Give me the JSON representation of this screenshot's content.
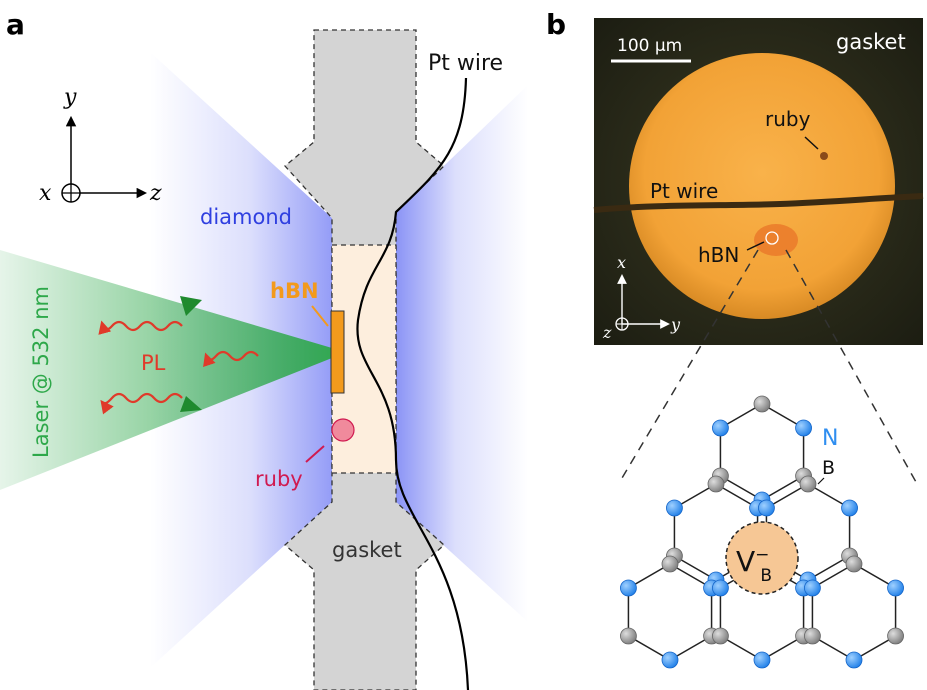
{
  "panels": {
    "a": "a",
    "b": "b"
  },
  "panel_a": {
    "pt_wire": "Pt wire",
    "diamond": "diamond",
    "hbn": "hBN",
    "laser": "Laser @ 532 nm",
    "pl": "PL",
    "ruby": "ruby",
    "gasket": "gasket",
    "axes": {
      "y": "y",
      "x": "x",
      "z": "z"
    }
  },
  "panel_b": {
    "scale_bar": "100 μm",
    "gasket": "gasket",
    "ruby": "ruby",
    "pt_wire": "Pt wire",
    "hbn": "hBN",
    "axes": {
      "x": "x",
      "z": "z",
      "y": "y"
    }
  },
  "lattice": {
    "n_label": "N",
    "b_label": "B",
    "vacancy_base": "V",
    "vacancy_sup": "−",
    "vacancy_sub": "B"
  },
  "colors": {
    "diamond_blue": "#3d4cf0",
    "laser_green": "#2ea84a",
    "pl_red": "#e03a2a",
    "hbn_orange": "#f39a1c",
    "ruby_pink": "#f08a9c",
    "gasket_gray": "#d4d4d4",
    "sample_chamber": "#fdeedd",
    "nitrogen_blue": "#2f8ef0",
    "boron_gray": "#8c8c8c",
    "vacancy_fill": "#f6c795"
  }
}
